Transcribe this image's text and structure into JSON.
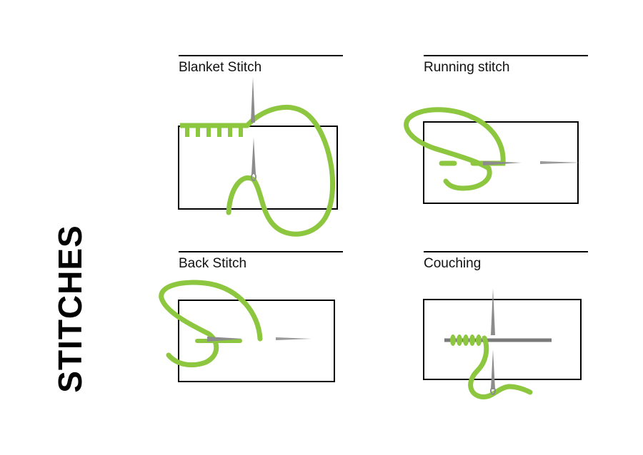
{
  "title": "STITCHES",
  "panels": [
    {
      "label": "Blanket Stitch"
    },
    {
      "label": "Running stitch"
    },
    {
      "label": "Back Stitch"
    },
    {
      "label": "Couching"
    }
  ],
  "colors": {
    "thread": "#8dc63f",
    "needle": "#8c8c8c",
    "ink": "#000000",
    "background": "#ffffff"
  }
}
